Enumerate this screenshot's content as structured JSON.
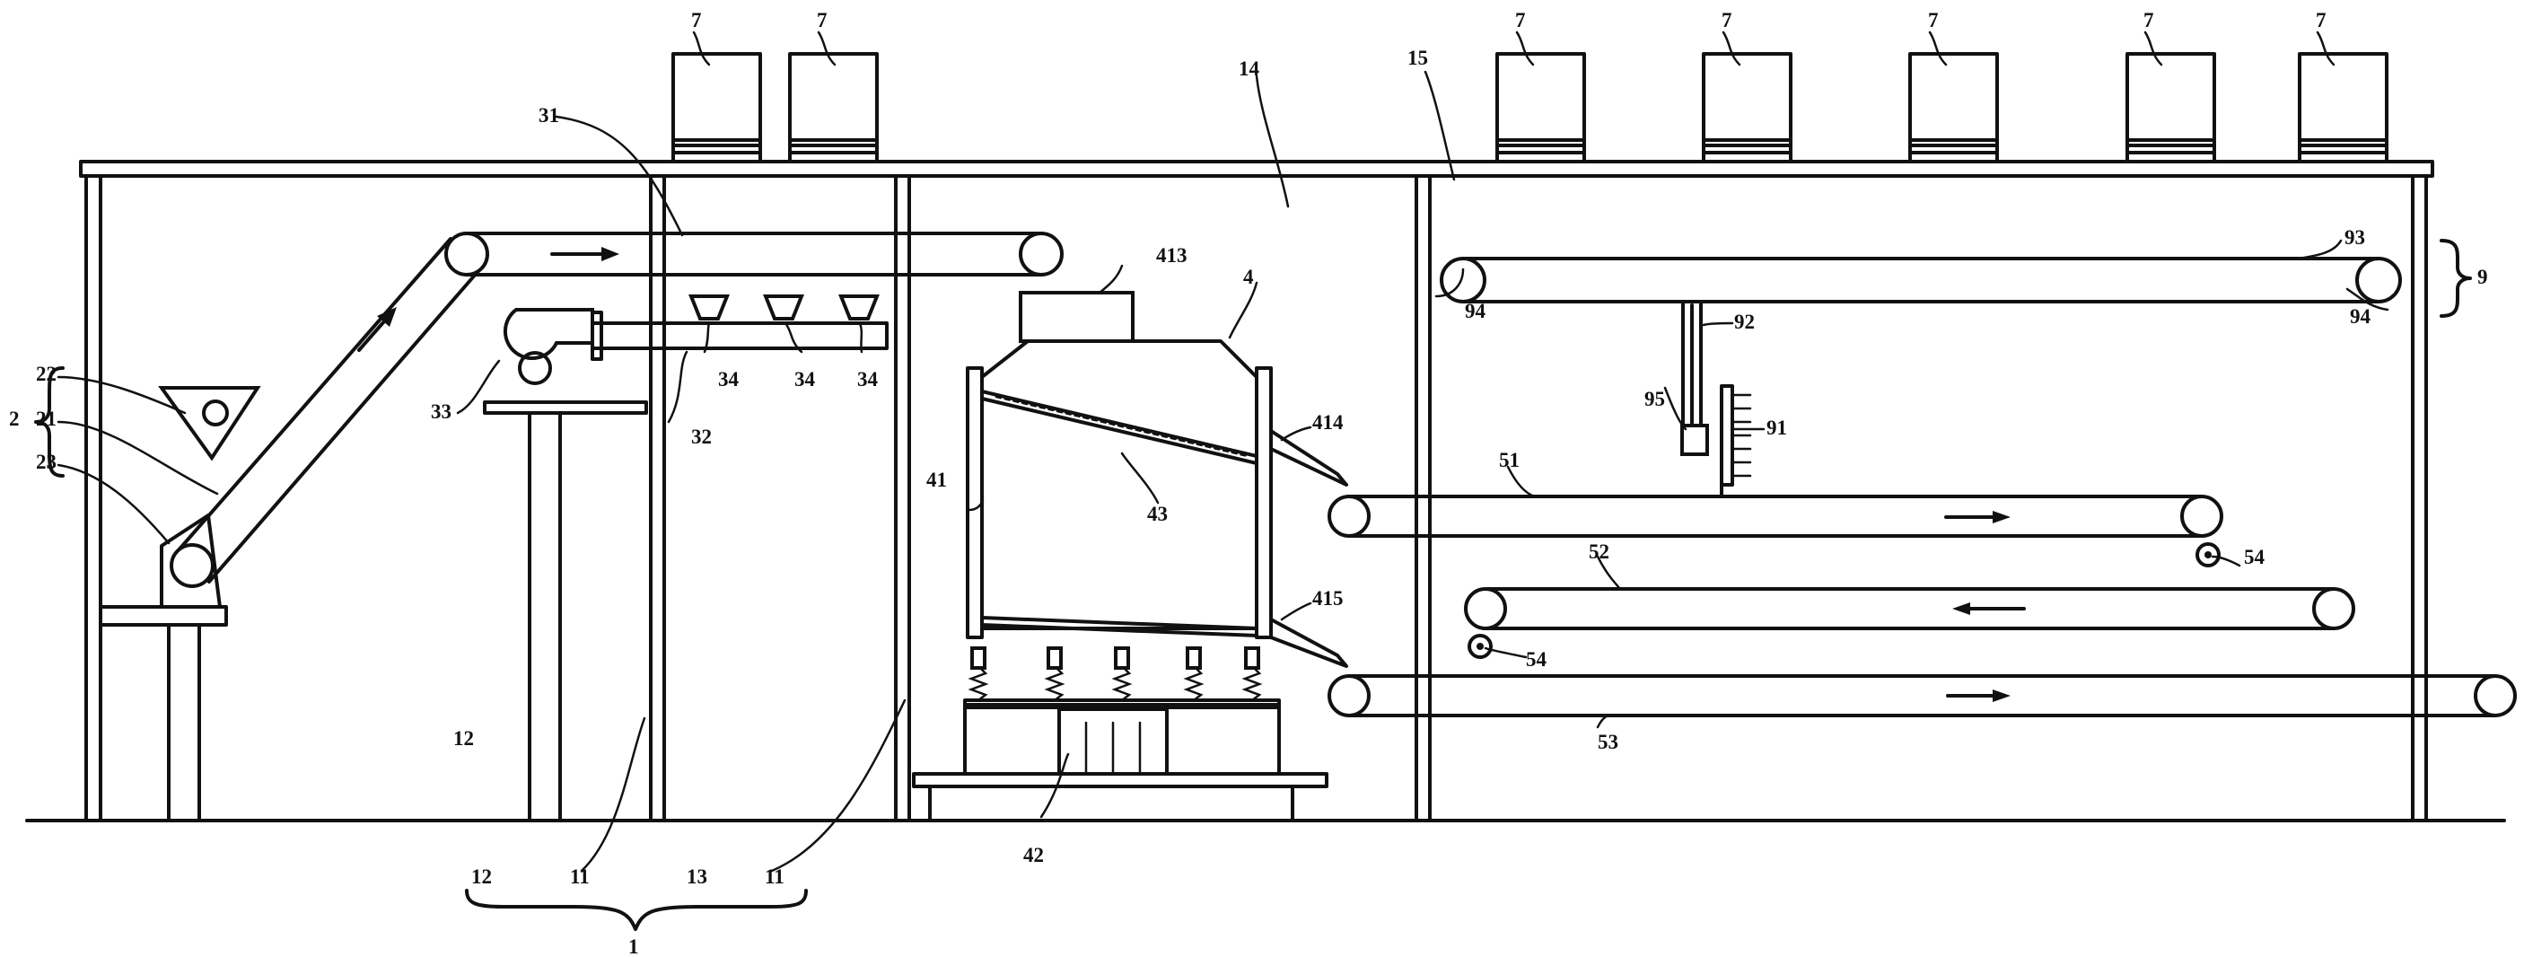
{
  "figure": {
    "labels": {
      "l1": "1",
      "l11a": "11",
      "l11b": "11",
      "l12": "12",
      "l13": "13",
      "l14": "14",
      "l15": "15",
      "l2": "2",
      "l21": "21",
      "l22": "22",
      "l23": "23",
      "l31": "31",
      "l32": "32",
      "l33": "33",
      "l34a": "34",
      "l34b": "34",
      "l34c": "34",
      "l4": "4",
      "l41": "41",
      "l42": "42",
      "l43": "43",
      "l413": "413",
      "l414": "414",
      "l415": "415",
      "l51": "51",
      "l52": "52",
      "l53": "53",
      "l54a": "54",
      "l54b": "54",
      "l7a": "7",
      "l7b": "7",
      "l7c": "7",
      "l7d": "7",
      "l7e": "7",
      "l7f": "7",
      "l7g": "7",
      "l9": "9",
      "l91": "91",
      "l92": "92",
      "l93": "93",
      "l94a": "94",
      "l94b": "94",
      "l95": "95"
    }
  }
}
